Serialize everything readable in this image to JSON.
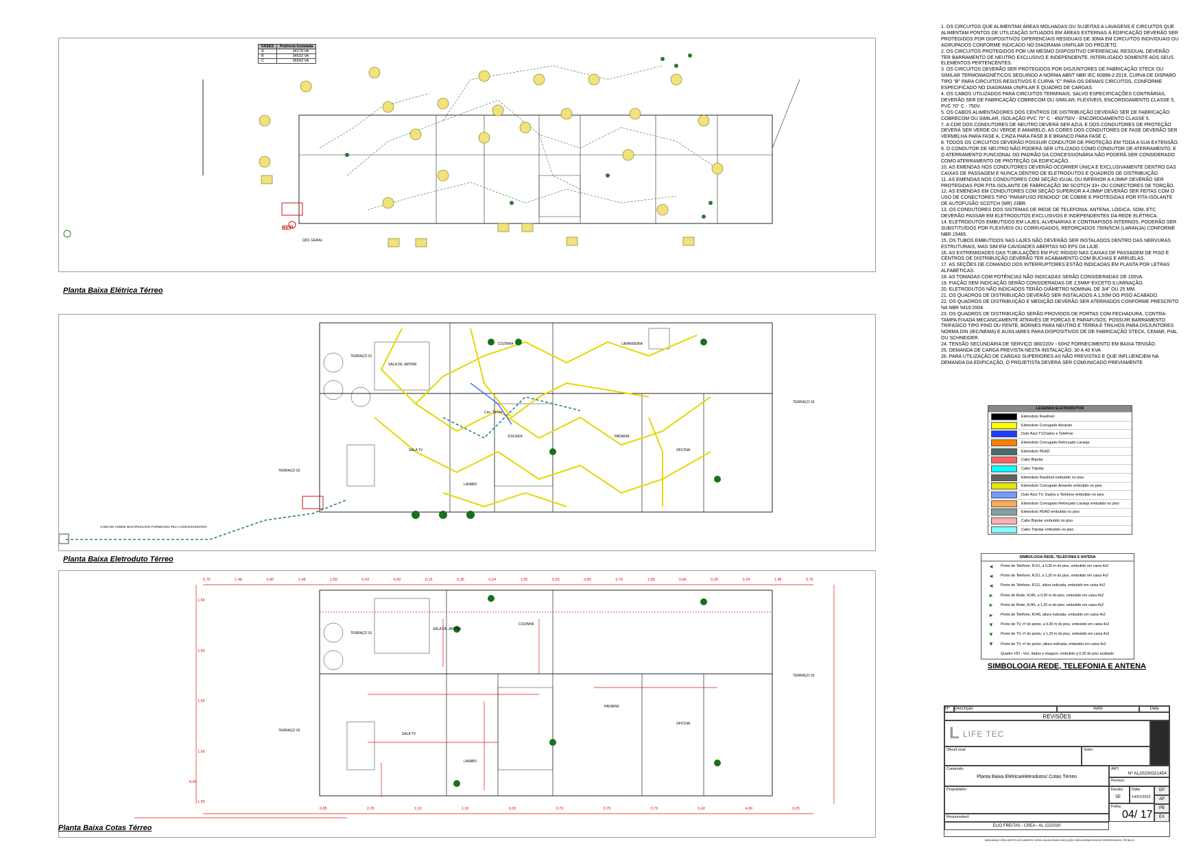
{
  "views": [
    {
      "title": "Planta Baixa Elétrica Térreo"
    },
    {
      "title": "Planta Baixa Eletroduto Térreo"
    },
    {
      "title": "Planta Baixa Cotas Térreo"
    }
  ],
  "phase_table": {
    "headers": [
      "FASES",
      "Potência Instalada"
    ],
    "rows": [
      {
        "phase": "A",
        "power": "34178 VA"
      },
      {
        "phase": "B",
        "power": "34533 VA"
      },
      {
        "phase": "C",
        "power": "36593 VA"
      }
    ]
  },
  "notes": [
    "1. Os circuitos que alimentam áreas molhadas ou sujeitas a lavagens e circuitos que alimentam pontos de utilização situados em áreas externas à edificação deverão ser protegidos por dispositivos diferenciais residuais de 30mA em circuitos individuais ou agrupados conforme indicado no diagrama unifilar do projeto.",
    "2. Os circuitos protegidos por um mesmo dispositivo diferencial residual deverão ter barramento de neutro exclusivo e independente, interligado somente aos seus elementos pertencentes.",
    "3. Os circuitos deverão ser protegidos por disjuntores de fabricação Steck ou similar termomagnéticos seguindo a norma ABNT NBR IEC 60898-2:2019, curva de disparo tipo \"B\" para circuitos resistivos e curva \"C\" para os demais circuitos, conforme especificado no diagrama unifilar e quadro de cargas.",
    "4. Os cabos utilizados para circuitos terminais, salvo especificações contrárias, deverão ser de fabricação Cobrecom ou similar, flexíveis, encordoamento classe 5, PVC 70° C - 750V.",
    "5. Os cabos alimentadores dos centros de distribuição deverão ser de fabricação Cobrecom ou similar, isolação PVC 70° C - 450/750V - encordoamento classe 5.",
    "7. A cor dos condutores de neutro deverá ser azul e dos condutores de proteção deverá ser verde ou verde e amarelo, as cores dos condutores de fase deverão ser vermelha para fase A, cinza para fase B e branco para fase C.",
    "8. Todos os circuitos deverão possuir condutor de proteção em toda a sua extensão.",
    "9. O condutor de neutro não poderá ser utilizado como condutor de aterramento, e o aterramento funcional do padrão da concessionária não poderá ser considerado como aterramento de proteção da edificação.",
    "10. As emendas nos condutores deverão ocorrer única e exclusivamente dentro das caixas de passagem e nunca dentro de eletrodutos e quadros de distribuição.",
    "11. As emendas nos condutores com seção igual ou inferior a 4,0mm² deverão ser protegidas por fita isolante de fabricação 3M Scotch 33+ ou conectores de torção.",
    "12. As emendas em condutores com seção superior a 4,0mm² deverão ser feitas com o uso de conectores tipo \"parafuso fendido\" de cobre e protegidas por fita isolante de autofusão Scotch (MR) 23BR.",
    "13. Os condutores dos sistemas de rede de telefonia, antena, lógica, som, etc deverão passar em eletrodutos exclusivos e independentes da rede elétrica.",
    "14. Eletrodutos embutidos em lajes, alvenarias e contrapisos internos, poderão ser substituídos por flexíveis ou corrugados, reforçados 750N/5cm (laranja) conforme NBR 15465.",
    "15. Os tubos embutidos nas lajes não deverão ser instalados dentro das nervuras estruturais, mas sim em cavidades abertas no EPS da laje.",
    "16. As extremidades das tubulações em PVC rígido nas caixas de passagem de piso e centros de distribuição deverão ter acabamento com buchas e arruelas.",
    "17. As seções de comando dos interruptores estão indicadas em planta por letras alfabéticas.",
    "18. As tomadas com potências não indicadas serão consideradas de 100VA.",
    "19. Fiação sem indicação serão consideradas de 2,5mm² exceto iluminação.",
    "20. Eletrodutos não indicados terão diâmetro nominal de 3/4\" ou 25 mm.",
    "21. Os quadros de distribuição deverão ser instalados a 1,50m do piso acabado.",
    "22. Os quadros de distribuição e medição deverão ser aterrados conforme prescrito na NBR 5410:2004.",
    "23. Os quadros de distribuição serão providos de portas com fechadura, contra-tampa fixada mecanicamente através de porcas e parafusos, possuir barramento trifásico tipo pino ou pente, bornes para neutro e terra e trilhos para disjuntores norma DIN (IEC/NEMA) e auxiliares para dispositivos de de fabricação Steck, Cemar, Pial ou Schneider.",
    "24. Tensão secundária de serviço 380/220V - 60Hz fornecimento em baixa tensão.",
    "25. Demanda de carga prevista nesta instalação: 30 a 40 kVA",
    "26. Para utilização de cargas superiores as não previstas e que influenciem na demanda da edificação, o projetista deverá ser comunicado previamente"
  ],
  "legend_eletrodutos": {
    "title": "LEGENDA ELETRODUTOS",
    "items": [
      {
        "label": "Eletroduto Rasdível",
        "color": "#000000"
      },
      {
        "label": "Eletroduto Corrugado Amarelo",
        "color": "#ffff00"
      },
      {
        "label": "Duto Azul TV,Dados e Telefone",
        "color": "#1f3cff"
      },
      {
        "label": "Eletroduto Corrugado Reforçado Laranja",
        "color": "#ff7f00"
      },
      {
        "label": "Eletroduto PEAD",
        "color": "#4a6a6a"
      },
      {
        "label": "Cabo Bipolar",
        "color": "#ff6060"
      },
      {
        "label": "Cabo Tripolar",
        "color": "#00ffff"
      },
      {
        "label": "Eletroduto Rasdível embutido no piso",
        "color": "#606060"
      },
      {
        "label": "Eletroduto Corrugado Amarelo embutido no piso",
        "color": "#e6e600"
      },
      {
        "label": "Duto Azul TV, Dados e Telefone embutido no piso",
        "color": "#7799ff"
      },
      {
        "label": "Eletroduto Corrugado Reforçado Laranja embutido no piso",
        "color": "#ffaa55"
      },
      {
        "label": "Eletroduto PEAD embutido no piso",
        "color": "#8aa0a0"
      },
      {
        "label": "Cabo Bipolar embutido no piso",
        "color": "#ffb0b0"
      },
      {
        "label": "Cabo Tripolar embutido no piso",
        "color": "#80ffff"
      }
    ]
  },
  "simbologia": {
    "header": "SIMBOLOGIA REDE, TELEFONIA E ANTENA",
    "title": "SIMBOLOGIA REDE, TELEFONIA E ANTENA",
    "items": [
      {
        "icon": "◄",
        "label": "Ponto de Telefone, RJ11, a 0,30 m do piso, embutido em caixa 4x2"
      },
      {
        "icon": "◄",
        "label": "Ponto de Telefone, RJ11, a 1,20 m do piso, embutido em caixa 4x2"
      },
      {
        "icon": "◄",
        "label": "Ponto de Telefone, RJ11, altura indicada, embutido em caixa 4x2"
      },
      {
        "icon": "▸",
        "label": "Ponto de Rede, RJ45, a 0,30 m do piso, embutido em caixa 4x2"
      },
      {
        "icon": "▸",
        "label": "Ponto de Rede, RJ45, a 1,20 m do piso, embutido em caixa 4x2"
      },
      {
        "icon": "▸",
        "label": "Ponto de Telefone, RJ45, altura indicada, embutido em caixa 4x2"
      },
      {
        "icon": "▼",
        "label": "Ponto de TV, nº do ponto, a 0,30 m do piso, embutido em caixa 4x2"
      },
      {
        "icon": "▼",
        "label": "Ponto de TV, nº do ponto, a 1,20 m do piso, embutido em caixa 4x2"
      },
      {
        "icon": "▼",
        "label": "Ponto de TV, nº do ponto, altura indicada, embutido em caixa 4x2"
      },
      {
        "icon": "",
        "label": "Quadro VDI - Voz, dados e imagem, embutido a 0,30 do piso acabado"
      }
    ]
  },
  "title_block": {
    "col_n": "Nº",
    "col_desc": "Descrição",
    "col_author": "Autor",
    "col_date": "Data",
    "revisions": "REVISÕES",
    "logo": "LIFE TEC",
    "obra_label": "Obra/Local:",
    "setor_label": "Setor:",
    "conteudo_label": "Conteúdo:",
    "conteudo": "Planta Baixa Elétrica/eletrodutos/ Cotas Térreo",
    "art_label": "ART:",
    "art": "Nº AL20230321454",
    "revisor_label": "Revisor:",
    "escala_label": "Escala:",
    "escala": "SE",
    "data_label": "Data:",
    "data": "14/01/2023",
    "proprietario_label": "Proprietário:",
    "responsavel_label": "Responsável:",
    "responsavel": "ELIO FREITAS - CREA - AL 2222020",
    "folha_label": "Folha:",
    "folha": "04/ 17",
    "tags": [
      "EP",
      "AP",
      "PB",
      "EX"
    ],
    "footer": "NENHUMA CÓPIA DESTE DOCUMENTO SERÁ VÁLIDA PARA EXECUÇÃO SEM ASSINATURA DO RESPONSÁVEL TÉCNICO"
  },
  "room_labels": {
    "sala_jantar": "SALA DE JANTAR",
    "cozinha": "COZINHA",
    "lavanderia": "LAVANDERIA",
    "sala_tv": "SALA TV",
    "escada": "ESCADA",
    "lavabo": "LAVABO",
    "padaria": "PADARIA",
    "oficina": "OFICINA",
    "terraco_01": "TERRAÇO 01",
    "terraco_02": "TERRAÇO 02",
    "terraco_03": "TERRAÇO 03",
    "circ_terreo": "Circ. Térreo",
    "qdc": "QDC GERAL",
    "caixa_bep": "BEP",
    "cabo_concessionaria": "CABO DE COBRE MULTIPLEXADO FORNECIDO PELA CONCESSIONÁRIA"
  },
  "dimensions_top": [
    "0,76",
    "1,48",
    "0,80",
    "1,48",
    "1,50",
    "0,43",
    "0,43",
    "0,15",
    "0,36",
    "0,24",
    "1,00",
    "0,53",
    "0,80",
    "0,76",
    "1,98",
    "0,66",
    "0,30",
    "0,24",
    "1,48",
    "0,76"
  ],
  "dimensions_bottom": [
    "0,85",
    "2,25",
    "1,10",
    "1,10",
    "0,33",
    "0,73",
    "0,79",
    "0,73",
    "0,42",
    "4,09",
    "0,25"
  ],
  "dimensions_left": [
    "1,65",
    "1,60",
    "1,65",
    "1,65",
    "1,50"
  ],
  "dimension_side": "8,49"
}
